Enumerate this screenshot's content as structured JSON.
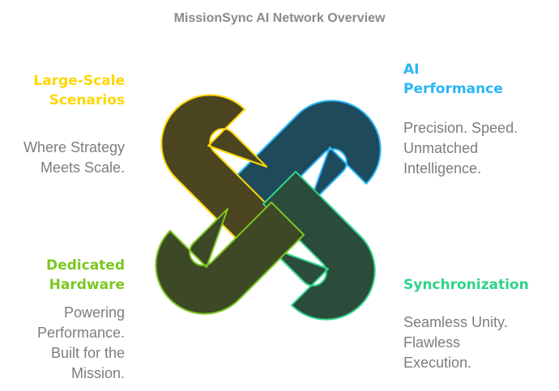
{
  "title": "MissionSync AI Network Overview",
  "colors": {
    "top_left": "#ffd600",
    "top_right": "#29b6f6",
    "bottom_left": "#7cc622",
    "bottom_right": "#2ed38a",
    "description_text": "#7d7d7d",
    "title_text": "#8a8a8a"
  },
  "quadrants": {
    "top_left": {
      "heading": [
        "Large-Scale",
        "Scenarios"
      ],
      "description": [
        "Where Strategy",
        "Meets Scale."
      ]
    },
    "top_right": {
      "heading": [
        "AI",
        "Performance"
      ],
      "description": [
        "Precision. Speed.",
        "Unmatched",
        "Intelligence."
      ]
    },
    "bottom_left": {
      "heading": [
        "Dedicated",
        "Hardware"
      ],
      "description": [
        "Powering",
        "Performance.",
        "Built for the",
        "Mission."
      ]
    },
    "bottom_right": {
      "heading": [
        "Synchronization"
      ],
      "description": [
        "Seamless Unity.",
        "Flawless",
        "Execution."
      ]
    }
  }
}
